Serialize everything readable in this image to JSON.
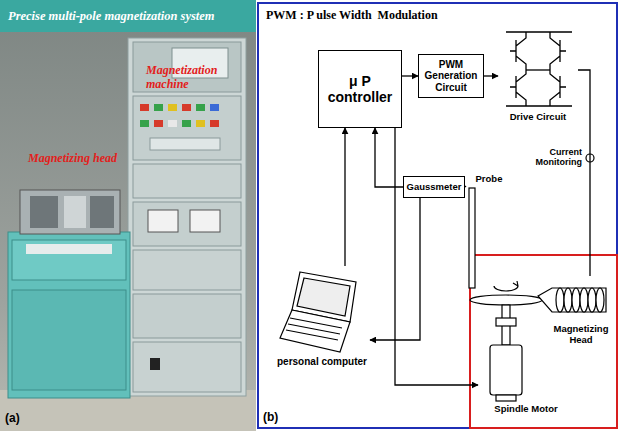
{
  "diagram": {
    "nodes": [
      {
        "text": [
          "μ P controller"
        ]
      },
      {
        "text": [
          "PWM Generation Circuit"
        ]
      },
      {
        "text": [
          "Drive Circuit"
        ]
      },
      {
        "text": [
          "Gaussmeter"
        ]
      },
      {
        "text": [
          "Probe"
        ]
      },
      {
        "text": [
          "personal computer"
        ]
      },
      {
        "text": [
          "Magnetizing Head"
        ]
      },
      {
        "text": [
          "Spindle Motor"
        ]
      }
    ],
    "edges": [
      {
        "from": 0,
        "to": 1,
        "arrow": "to"
      },
      {
        "from": 1,
        "to": 2,
        "arrow": "to"
      },
      {
        "from": 2,
        "to": 6,
        "arrow": "none"
      },
      {
        "from": 3,
        "to": 0,
        "arrow": "to"
      },
      {
        "from": 4,
        "to": 3,
        "arrow": "none"
      },
      {
        "from": 3,
        "to": 5,
        "arrow": "to"
      },
      {
        "from": 5,
        "to": 0,
        "arrow": "to"
      },
      {
        "from": 0,
        "to": 7,
        "arrow": "to"
      }
    ],
    "labels": [
      "Precise multi-pole magnetization system",
      "Magnetization machine",
      "Magnetizing head",
      "PWM : P ulse Width  Modulation",
      "Current Monitoring",
      "(a)",
      "(b)"
    ]
  }
}
